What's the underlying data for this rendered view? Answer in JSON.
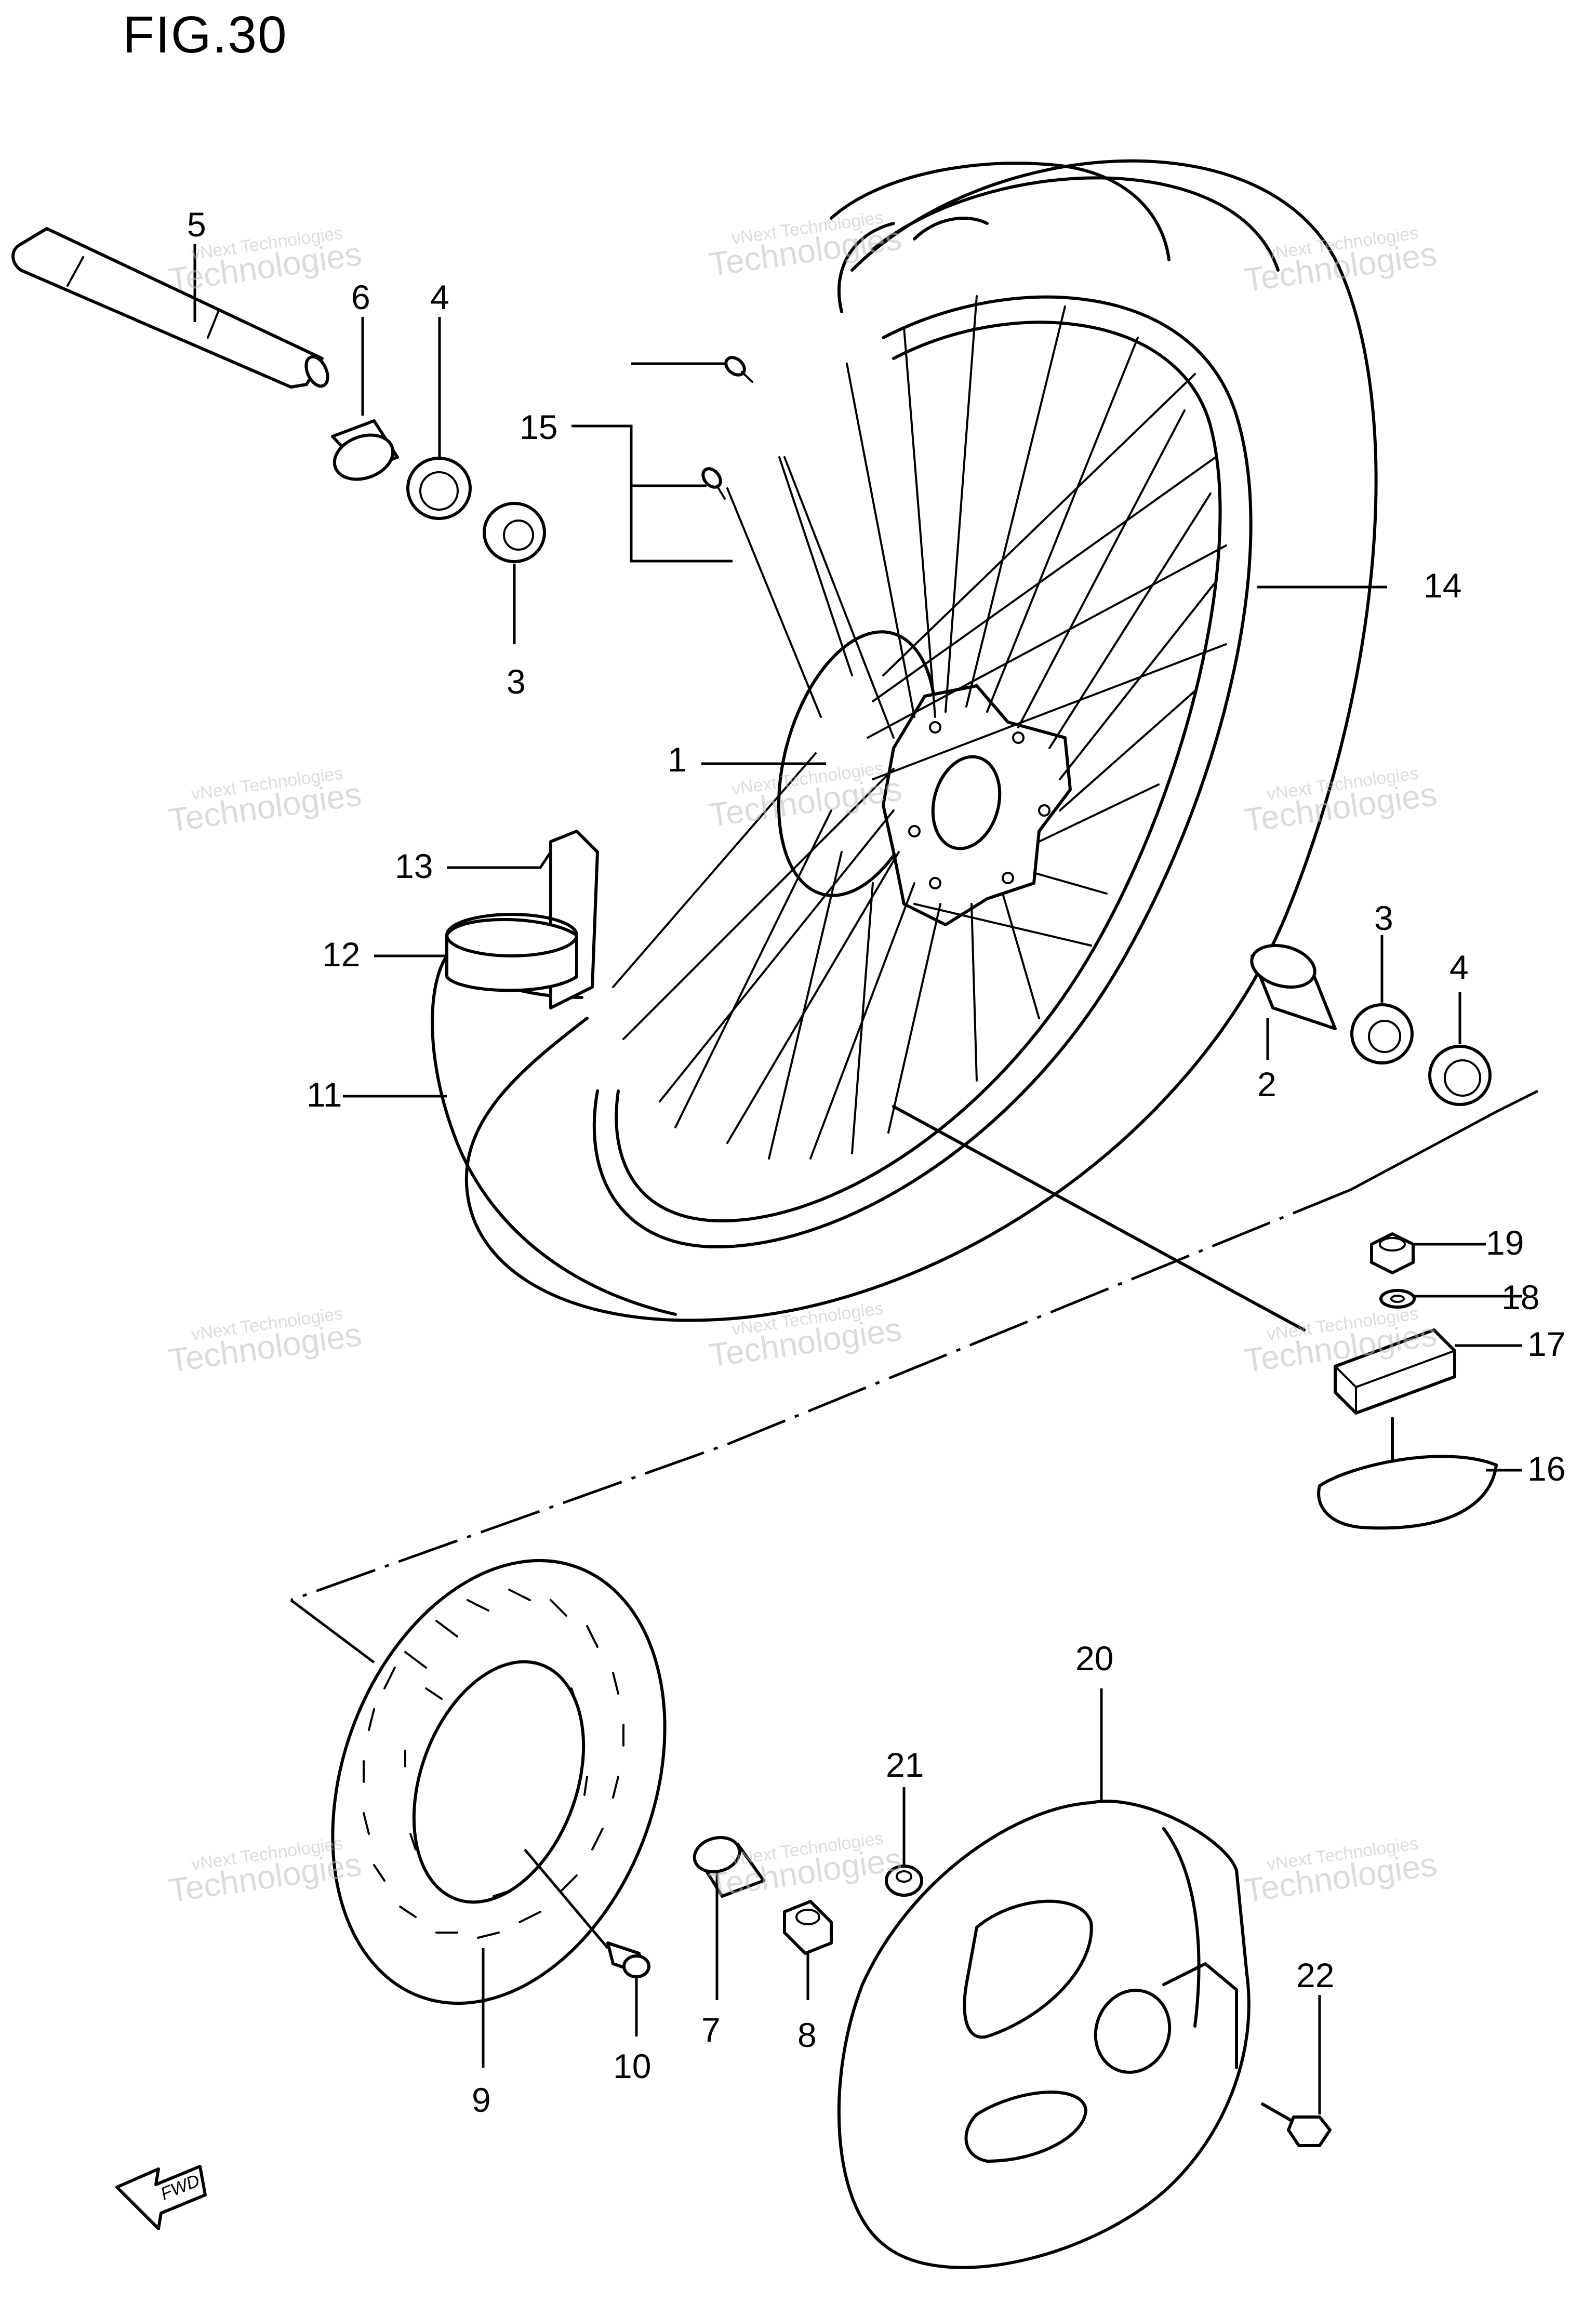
{
  "figure": {
    "title": "FIG.30"
  },
  "callouts": [
    {
      "id": "c1",
      "label": "1"
    },
    {
      "id": "c2",
      "label": "2"
    },
    {
      "id": "c3a",
      "label": "3"
    },
    {
      "id": "c3b",
      "label": "3"
    },
    {
      "id": "c4a",
      "label": "4"
    },
    {
      "id": "c4b",
      "label": "4"
    },
    {
      "id": "c5",
      "label": "5"
    },
    {
      "id": "c6",
      "label": "6"
    },
    {
      "id": "c7",
      "label": "7"
    },
    {
      "id": "c8",
      "label": "8"
    },
    {
      "id": "c9",
      "label": "9"
    },
    {
      "id": "c10",
      "label": "10"
    },
    {
      "id": "c11",
      "label": "11"
    },
    {
      "id": "c12",
      "label": "12"
    },
    {
      "id": "c13",
      "label": "13"
    },
    {
      "id": "c14",
      "label": "14"
    },
    {
      "id": "c15",
      "label": "15"
    },
    {
      "id": "c16",
      "label": "16"
    },
    {
      "id": "c17",
      "label": "17"
    },
    {
      "id": "c18",
      "label": "18"
    },
    {
      "id": "c19",
      "label": "19"
    },
    {
      "id": "c20",
      "label": "20"
    },
    {
      "id": "c21",
      "label": "21"
    },
    {
      "id": "c22",
      "label": "22"
    }
  ],
  "direction_arrow": {
    "label": "FWD"
  },
  "watermark": {
    "line1": "vNext Technologies",
    "line2": "Technologies"
  }
}
